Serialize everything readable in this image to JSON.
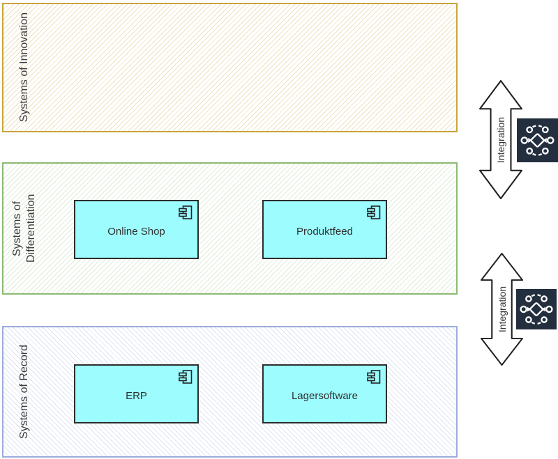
{
  "layers": {
    "innovation": {
      "label": "Systems of Innovation",
      "border_color": "#c9a43c"
    },
    "differentiation": {
      "label": "Systems of Differentiation",
      "border_color": "#8abb72"
    },
    "record": {
      "label": "Systems of Record",
      "border_color": "#9badda"
    }
  },
  "components": {
    "online_shop": {
      "label": "Online Shop"
    },
    "produktfeed": {
      "label": "Produktfeed"
    },
    "erp": {
      "label": "ERP"
    },
    "lagersoftware": {
      "label": "Lagersoftware"
    }
  },
  "connectors": {
    "top": {
      "label": "Integration"
    },
    "bottom": {
      "label": "Integration"
    }
  },
  "colors": {
    "component_fill": "#9cfcfe",
    "component_border": "#2d2d2d",
    "integration_icon_background": "#232f3e",
    "integration_icon_glyph": "#ffffff",
    "label_text": "#3a3a3a"
  }
}
